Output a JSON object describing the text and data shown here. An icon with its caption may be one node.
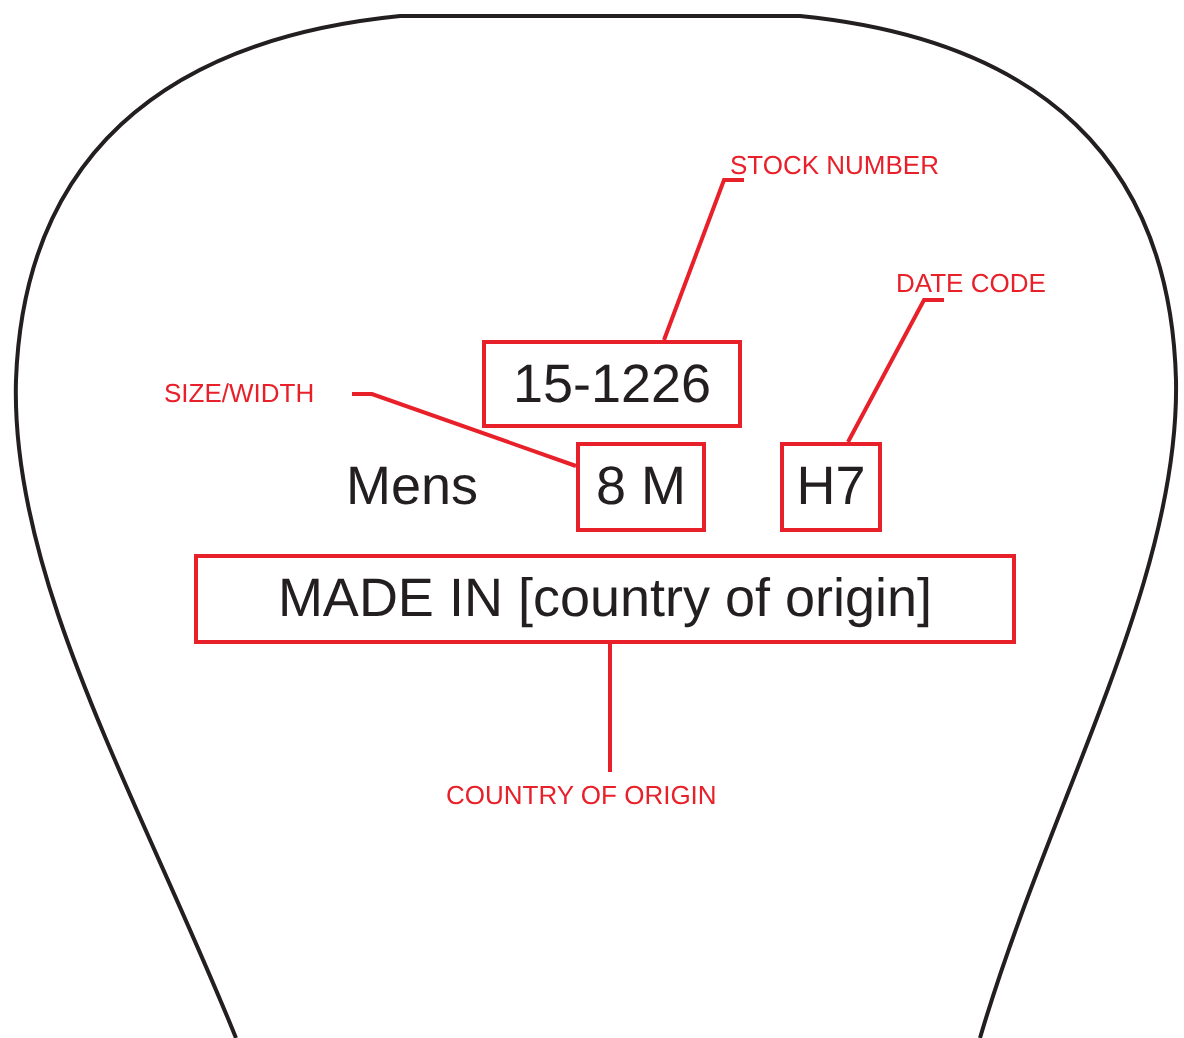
{
  "diagram": {
    "nodes": [
      {
        "text": [
          "STOCK NUMBER"
        ]
      },
      {
        "text": [
          "15-1226"
        ]
      },
      {
        "text": [
          "DATE CODE"
        ]
      },
      {
        "text": [
          "SIZE/WIDTH"
        ]
      },
      {
        "text": [
          "8 M"
        ]
      },
      {
        "text": [
          "H7"
        ]
      },
      {
        "text": [
          "MADE IN [country of origin]"
        ]
      },
      {
        "text": [
          "COUNTRY OF ORIGIN"
        ]
      }
    ],
    "edges": [
      {
        "from": 0,
        "to": 1,
        "arrow": "none"
      },
      {
        "from": 2,
        "to": 5,
        "arrow": "none"
      },
      {
        "from": 3,
        "to": 4,
        "arrow": "none"
      },
      {
        "from": 7,
        "to": 6,
        "arrow": "none"
      }
    ],
    "labels": [
      "Mens"
    ]
  }
}
